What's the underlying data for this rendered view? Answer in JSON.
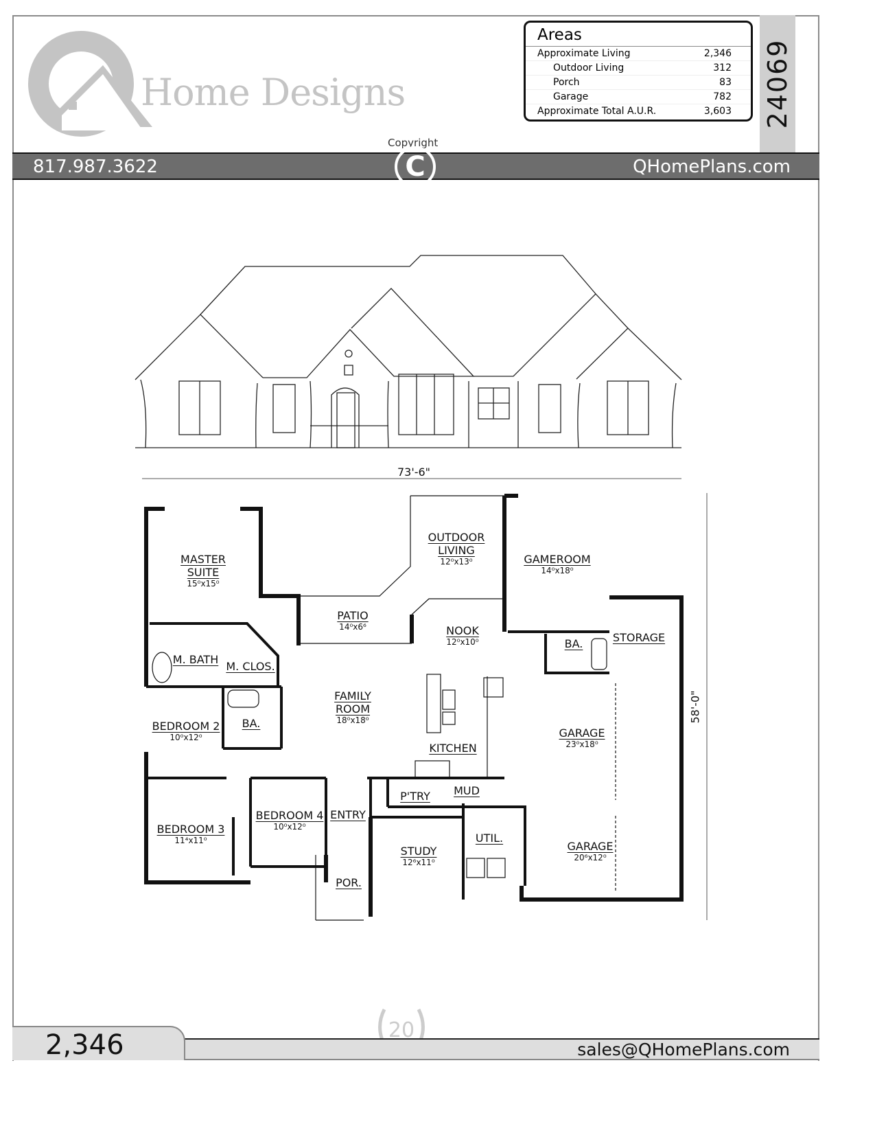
{
  "brand": {
    "name": "Home Designs",
    "logo_letter": "Q",
    "phone": "817.987.3622",
    "website": "QHomePlans.com",
    "email": "sales@QHomePlans.com",
    "copyright_label": "Copyright",
    "copyright_symbol": "C",
    "badge": "20"
  },
  "plan_number": "24069",
  "areas": {
    "title": "Areas",
    "rows": [
      {
        "label": "Approximate Living",
        "value": "2,346"
      },
      {
        "label": "Outdoor Living",
        "value": "312"
      },
      {
        "label": "Porch",
        "value": "83"
      },
      {
        "label": "Garage",
        "value": "782"
      },
      {
        "label": "Approximate Total A.U.R.",
        "value": "3,603"
      }
    ]
  },
  "footer": {
    "living_sqft": "2,346"
  },
  "dimensions": {
    "width": "73'-6\"",
    "depth": "58'-0\""
  },
  "rooms": [
    {
      "name": "MASTER SUITE",
      "size": "15⁰x15⁰"
    },
    {
      "name": "OUTDOOR LIVING",
      "size": "12⁰x13⁰"
    },
    {
      "name": "GAMEROOM",
      "size": "14⁰x18⁰"
    },
    {
      "name": "PATIO",
      "size": "14⁰x6⁶"
    },
    {
      "name": "NOOK",
      "size": "12⁰x10⁰"
    },
    {
      "name": "STORAGE",
      "size": ""
    },
    {
      "name": "BA.",
      "size": ""
    },
    {
      "name": "M. BATH",
      "size": ""
    },
    {
      "name": "M. CLOS.",
      "size": ""
    },
    {
      "name": "FAMILY ROOM",
      "size": "18⁰x18⁰"
    },
    {
      "name": "BEDROOM 2",
      "size": "10⁰x12⁰"
    },
    {
      "name": "BA.",
      "size": ""
    },
    {
      "name": "KITCHEN",
      "size": ""
    },
    {
      "name": "GARAGE",
      "size": "23⁰x18⁰"
    },
    {
      "name": "P'TRY",
      "size": ""
    },
    {
      "name": "MUD",
      "size": ""
    },
    {
      "name": "ENTRY",
      "size": ""
    },
    {
      "name": "BEDROOM 4",
      "size": "10⁰x12⁰"
    },
    {
      "name": "BEDROOM 3",
      "size": "11⁴x11⁰"
    },
    {
      "name": "STUDY",
      "size": "12⁶x11⁰"
    },
    {
      "name": "UTIL.",
      "size": ""
    },
    {
      "name": "GARAGE",
      "size": "20⁶x12⁰"
    },
    {
      "name": "POR.",
      "size": ""
    }
  ],
  "colors": {
    "band": "#6d6d6d",
    "logo_gray": "#c4c4c4",
    "strip": "#cfcfcf",
    "footer": "#dedede"
  }
}
